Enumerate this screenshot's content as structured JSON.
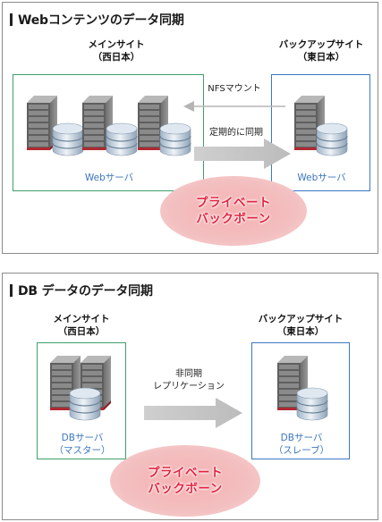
{
  "sections": {
    "web": {
      "title": "Webコンテンツのデータ同期",
      "main_site": {
        "name": "メインサイト",
        "region": "（西日本）",
        "server_caption": "Webサーバ"
      },
      "backup_site": {
        "name": "バックアップサイト",
        "region": "（東日本）",
        "server_caption": "Webサーバ"
      },
      "mount_label": "NFSマウント",
      "sync_label": "定期的に同期",
      "network": {
        "line1": "プライベート",
        "line2": "バックボーン"
      }
    },
    "db": {
      "title": "DB データのデータ同期",
      "main_site": {
        "name": "メインサイト",
        "region": "（西日本）",
        "server_caption1": "DBサーバ",
        "server_caption2": "（マスター）"
      },
      "backup_site": {
        "name": "バックアップサイト",
        "region": "（東日本）",
        "server_caption1": "DBサーバ",
        "server_caption2": "（スレーブ）"
      },
      "sync_label1": "非同期",
      "sync_label2": "レプリケーション",
      "network": {
        "line1": "プライベート",
        "line2": "バックボーン"
      }
    }
  },
  "colors": {
    "main_site_border": "#3f9f6a",
    "backup_site_border": "#3b78c3",
    "caption_text": "#3a75bf",
    "network_text": "#e4223f",
    "network_fill": "#f4b8b9",
    "arrow_gray": "#c4c4c4"
  },
  "icons": {
    "server": "server-rack-icon",
    "database": "database-cylinder-icon"
  }
}
